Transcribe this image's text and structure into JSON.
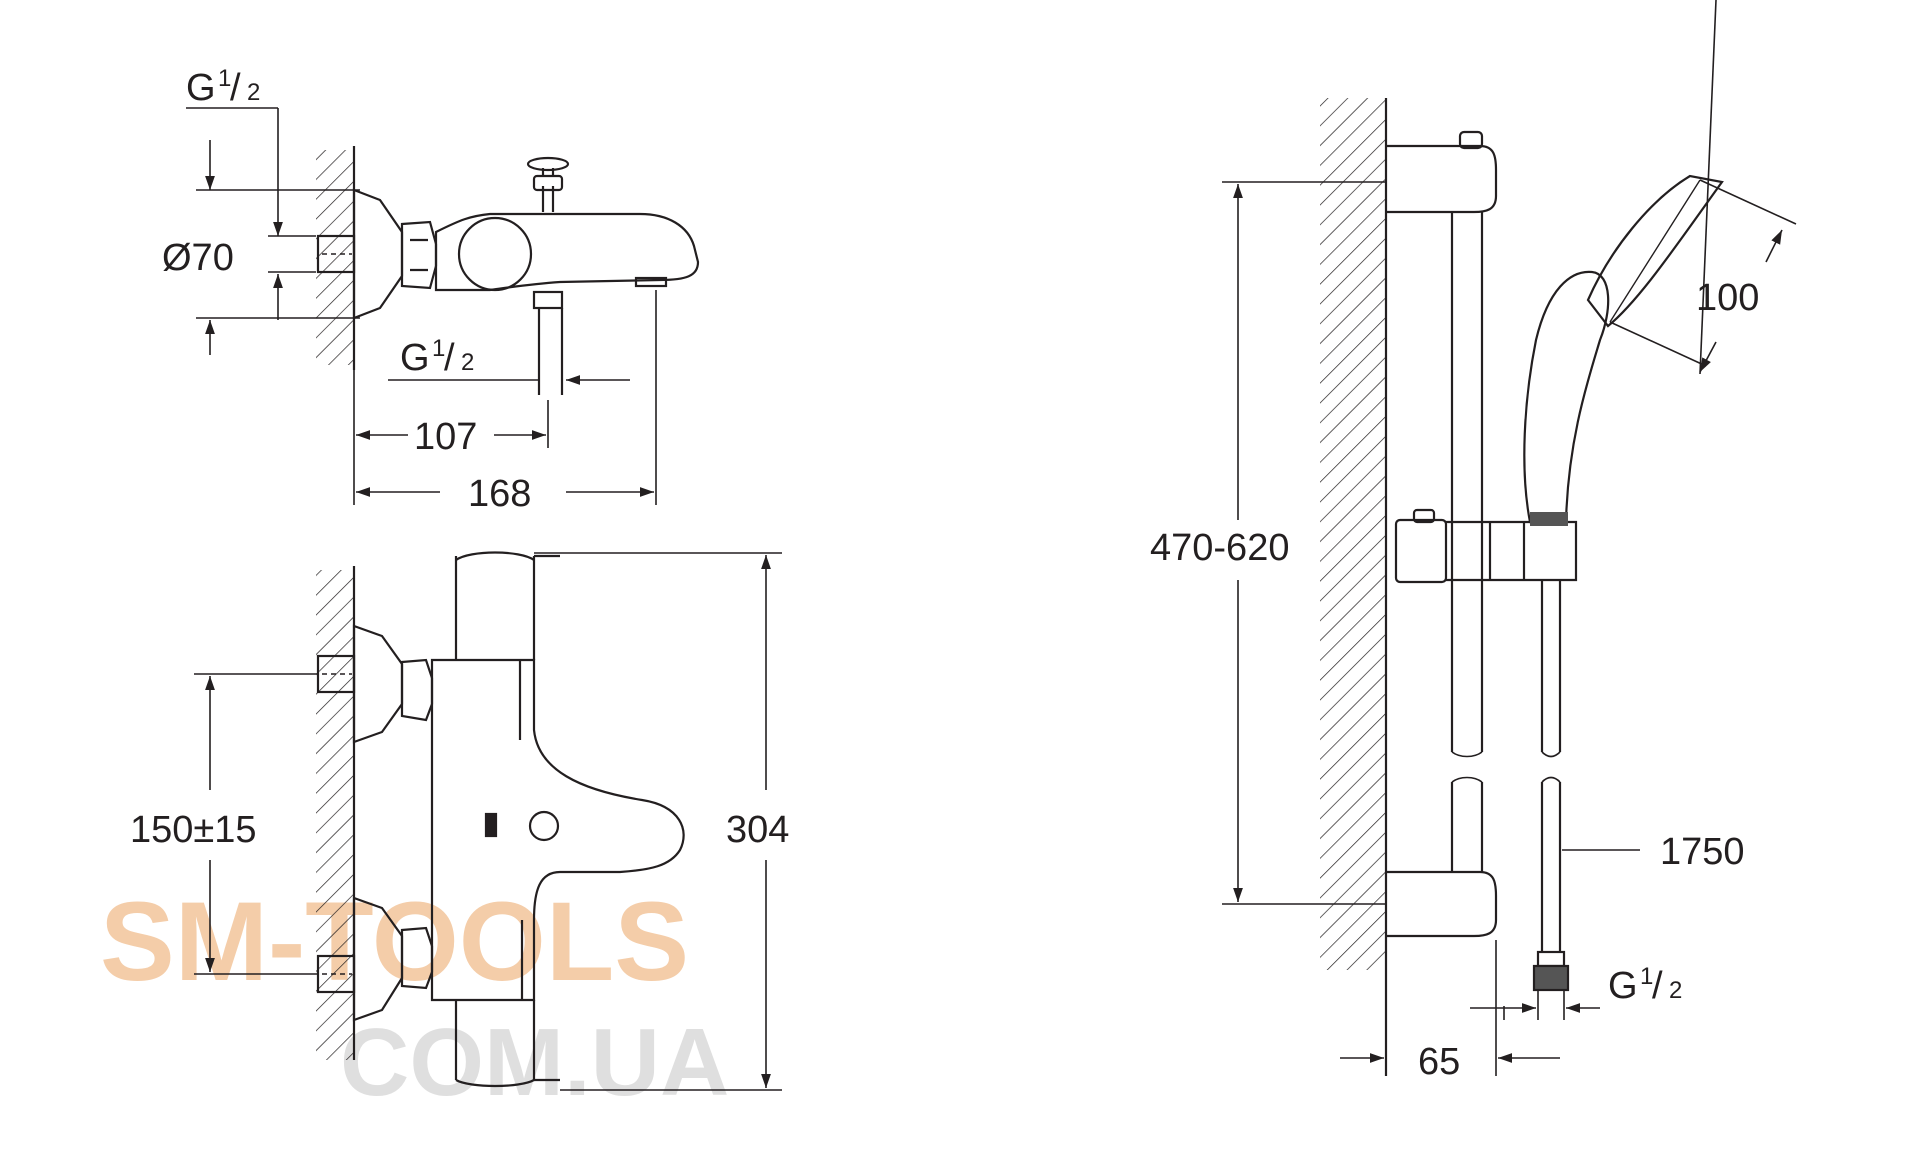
{
  "top_view": {
    "inlet_thread": {
      "g": "G",
      "num": "1",
      "den": "2"
    },
    "diameter": "Ø70",
    "outlet_thread": {
      "g": "G",
      "num": "1",
      "den": "2"
    },
    "dim_107": "107",
    "dim_168": "168"
  },
  "front_view": {
    "centres": "150±15",
    "height": "304"
  },
  "shower_set": {
    "rail_length": "470-620",
    "head_diameter": "100",
    "hose_length": "1750",
    "hose_thread": {
      "g": "G",
      "num": "1",
      "den": "2"
    },
    "wall_offset": "65"
  },
  "watermark": {
    "line1": "SM-TOOLS",
    "line2": "COM.UA"
  },
  "colors": {
    "line": "#231f20",
    "watermark_orange": "#f3c8a0",
    "watermark_grey": "#d6d6d6"
  }
}
